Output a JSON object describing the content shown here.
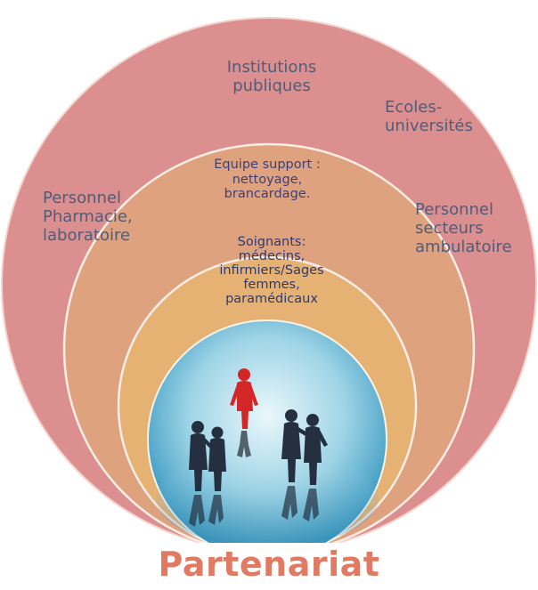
{
  "colors": {
    "outer_circle": "#dc8f8f",
    "middle_circle": "#dea27e",
    "inner_circle": "#e6b274",
    "center_circle_light": "#dff3f8",
    "center_circle_dark": "#3da7c9",
    "ring_outline": "#f7e6df",
    "title": "#e07a63",
    "label_text": "#3a4a7c",
    "highlighted_figure": "#d32626",
    "figures": "#2a3440"
  },
  "outer_ring": {
    "institutions": "Institutions\npubliques",
    "ecoles": "Ecoles-\nuniversités",
    "pharmacie": "Personnel\nPharmacie,\nlaboratoire",
    "ambulatoire": "Personnel\nsecteurs\nambulatoire"
  },
  "middle_ring": {
    "equipe_support": "Equipe support :\nnettoyage,\nbrancardage."
  },
  "inner_ring": {
    "soignants": "Soignants:\nmédecins,\ninfirmiers/Sages\nfemmes,\nparamédicaux"
  },
  "center": {
    "image_description_icon": "people-holding-hands-icon",
    "highlight_icon": "red-person-icon"
  },
  "title": "Partenariat"
}
